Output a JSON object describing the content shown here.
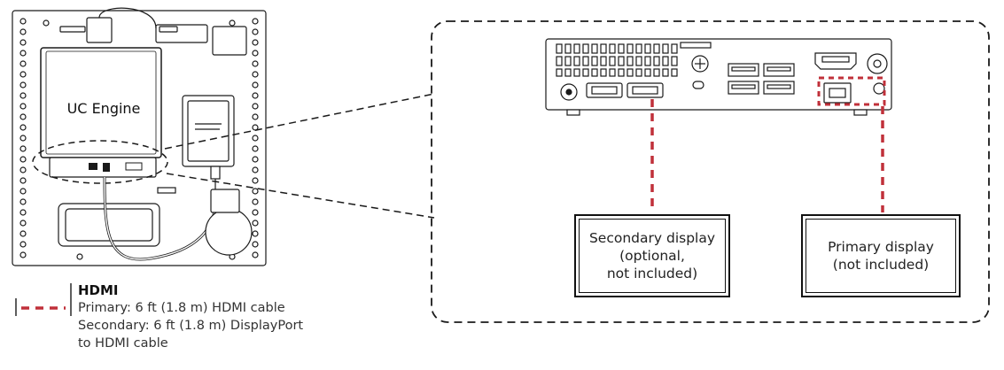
{
  "engine": {
    "label": "UC Engine"
  },
  "displays": {
    "secondary": {
      "label": "Secondary display\n(optional,\nnot included)"
    },
    "primary": {
      "label": "Primary display\n(not included)"
    }
  },
  "legend": {
    "title": "HDMI",
    "primary": "Primary: 6 ft (1.8 m) HDMI cable",
    "secondary_1": "Secondary: 6 ft (1.8 m) DisplayPort",
    "secondary_2": "to HDMI cable"
  },
  "colors": {
    "cable": "#c0303a",
    "line": "#1a1a1a",
    "panel": "#ffffff"
  }
}
